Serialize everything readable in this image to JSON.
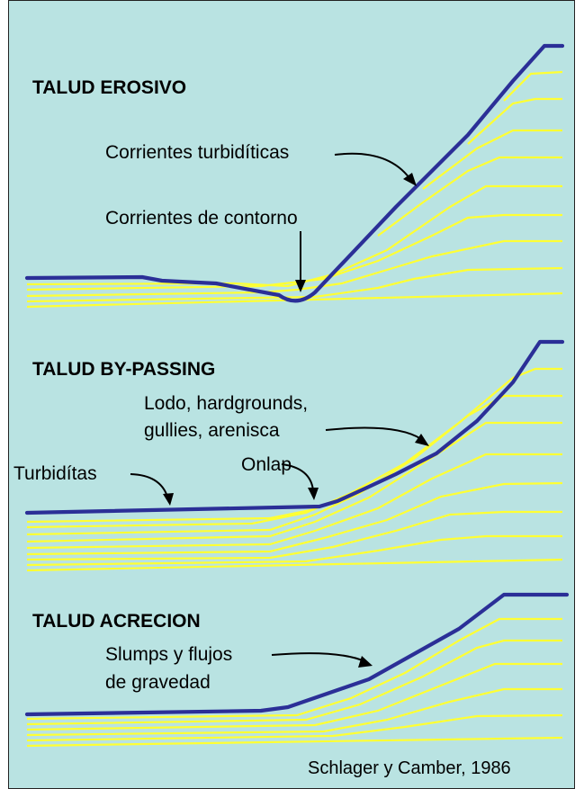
{
  "panels": [
    {
      "title": "TALUD EROSIVO",
      "labels": [
        "Corrientes turbidíticas",
        "Corrientes de contorno"
      ]
    },
    {
      "title": "TALUD BY-PASSING",
      "labels": [
        "Lodo, hardgrounds,",
        "gullies, arenisca",
        "Turbidítas",
        "Onlap"
      ]
    },
    {
      "title": "TALUD ACRECION",
      "labels": [
        "Slumps y flujos",
        "de gravedad"
      ]
    }
  ],
  "credit": "Schlager y Camber, 1986",
  "colors": {
    "background": "#b9e3e2",
    "strata": "#ffff33",
    "profile": "#2b2f97",
    "text": "#000000"
  }
}
